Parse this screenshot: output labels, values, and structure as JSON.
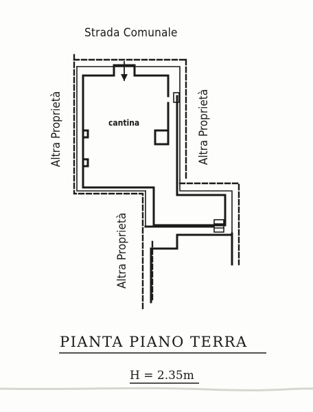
{
  "street_label": "Strada Comunale",
  "room_label": "cantina",
  "neighbor_left": "Altra Proprietà",
  "neighbor_right": "Altra Proprietà",
  "neighbor_lower": "Altra Proprietà",
  "plan_title": "PIANTA PIANO TERRA",
  "height_note": "H = 2.35m",
  "ink_color": "#1a1a1a"
}
